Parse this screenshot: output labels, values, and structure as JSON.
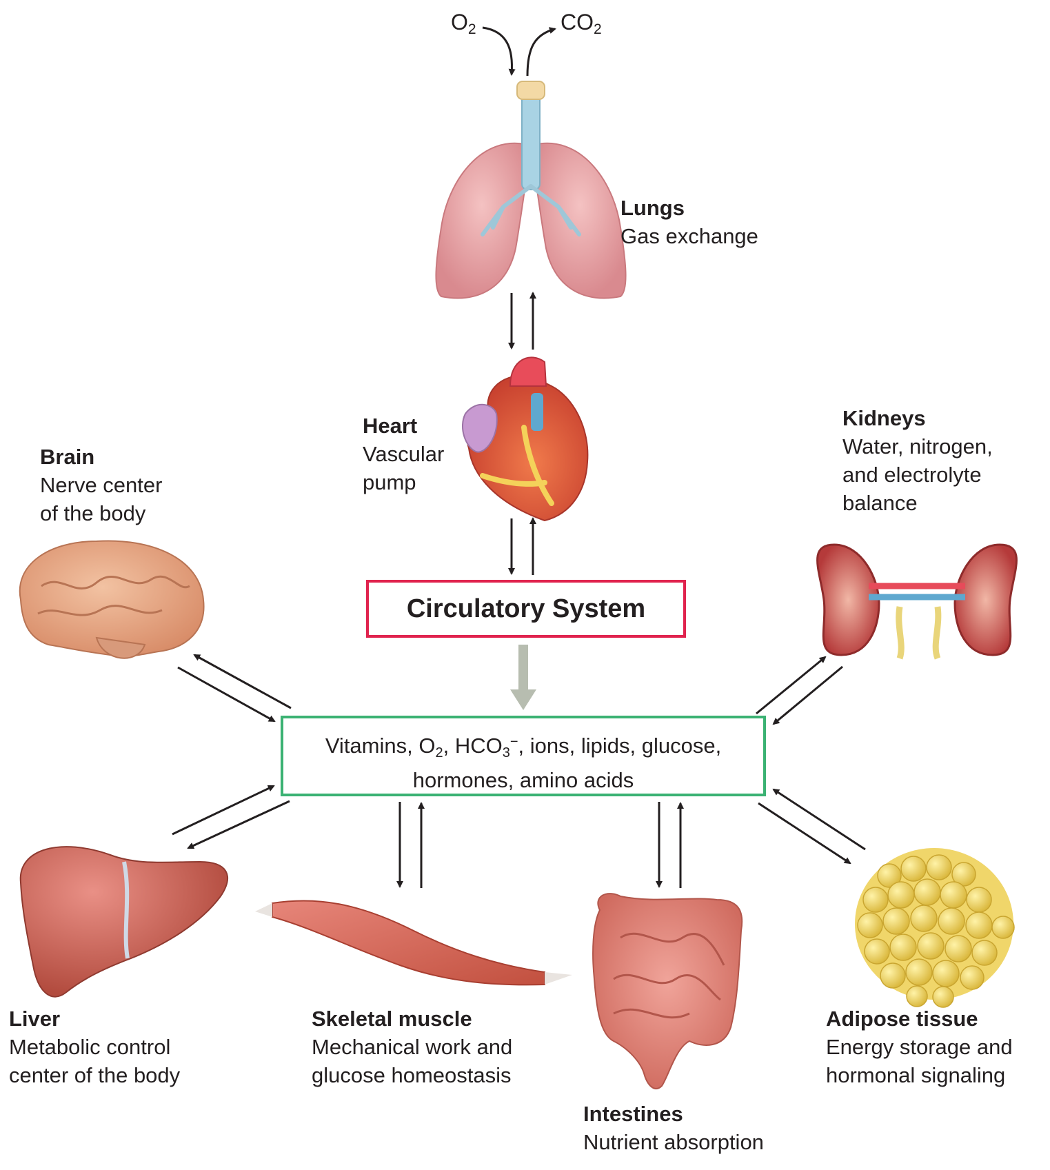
{
  "gases": {
    "o2": {
      "base": "O",
      "sub": "2"
    },
    "co2": {
      "base": "CO",
      "sub": "2"
    }
  },
  "circulatory_box": {
    "title": "Circulatory System",
    "border": "#e0234e"
  },
  "nutrient_box": {
    "line1": {
      "p1": "Vitamins, O",
      "s1": "2",
      "p2": ", HCO",
      "s2": "3",
      "sup": "−",
      "p3": ", ions, lipids, glucose,"
    },
    "line2": "hormones, amino acids",
    "border": "#3bb273"
  },
  "organs": {
    "lungs": {
      "title": "Lungs",
      "lines": [
        "Gas exchange"
      ]
    },
    "heart": {
      "title": "Heart",
      "lines": [
        "Vascular",
        "pump"
      ]
    },
    "brain": {
      "title": "Brain",
      "lines": [
        "Nerve center",
        "of the body"
      ]
    },
    "kidneys": {
      "title": "Kidneys",
      "lines": [
        "Water, nitrogen,",
        "and electrolyte",
        "balance"
      ]
    },
    "liver": {
      "title": "Liver",
      "lines": [
        "Metabolic control",
        "center of the body"
      ]
    },
    "muscle": {
      "title": "Skeletal muscle",
      "lines": [
        "Mechanical work and",
        "glucose homeostasis"
      ]
    },
    "intestines": {
      "title": "Intestines",
      "lines": [
        "Nutrient absorption"
      ]
    },
    "adipose": {
      "title": "Adipose tissue",
      "lines": [
        "Energy storage and",
        "hormonal signaling"
      ]
    }
  },
  "colors": {
    "arrow": "#231f20",
    "flow_arrow": "#b7bdb0",
    "lung": "#e8a3a5",
    "heart": "#e0533f",
    "brain": "#e5a07c",
    "kidney": "#b53a3a",
    "liver": "#b9503f",
    "muscle": "#d4624f",
    "intestine": "#d9776b",
    "adipose": "#e6c446"
  }
}
